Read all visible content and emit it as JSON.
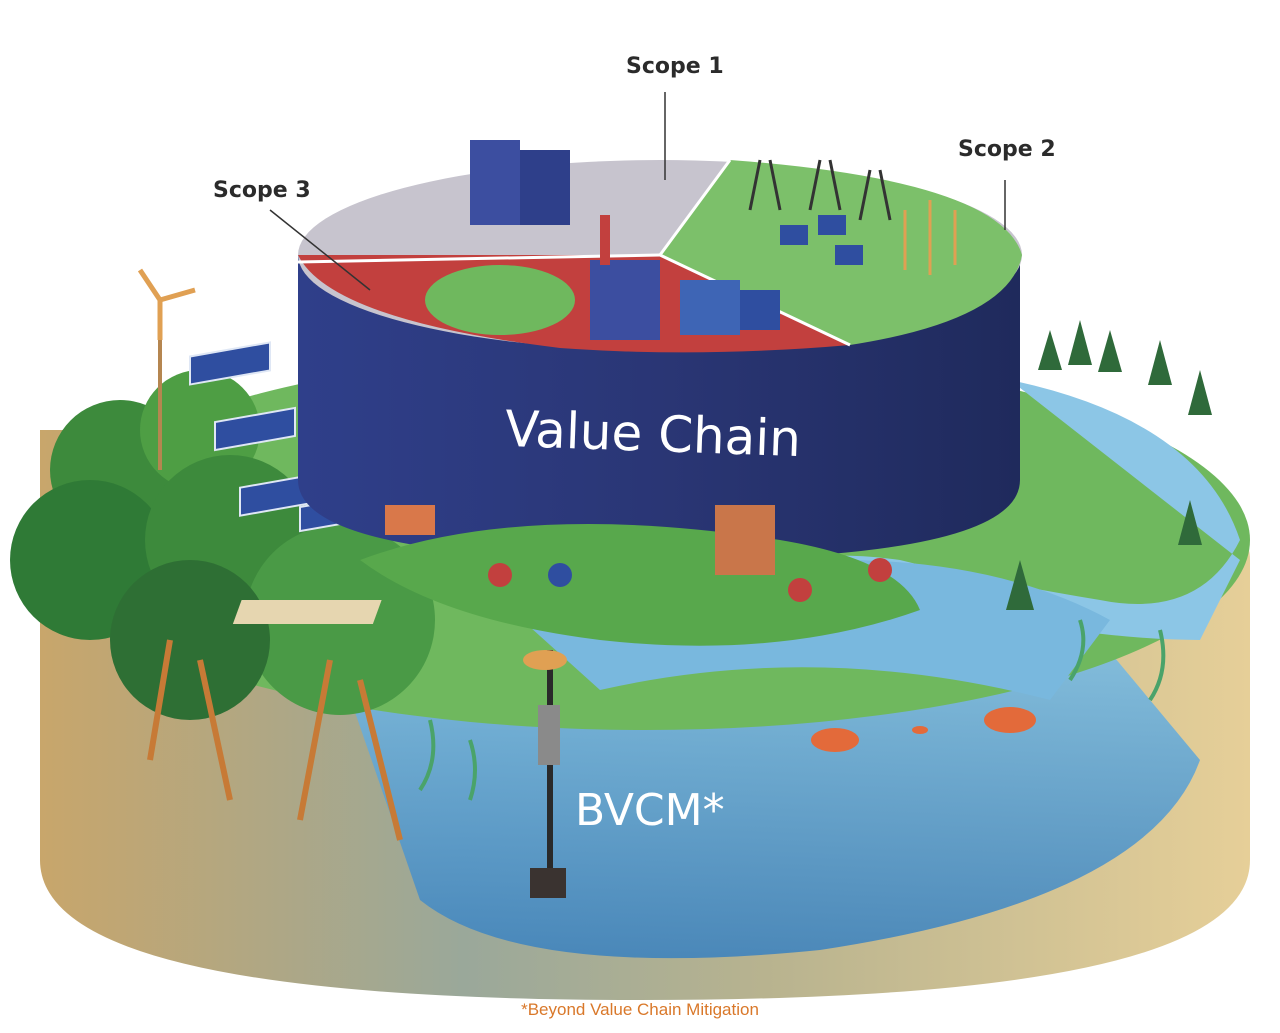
{
  "labels": {
    "scope1": "Scope 1",
    "scope2": "Scope 2",
    "scope3": "Scope 3",
    "value_chain": "Value Chain",
    "bvcm": "BVCM*",
    "footnote": "*Beyond Value Chain Mitigation"
  },
  "colors": {
    "cylinder_navy": "#2c3a7c",
    "scope1_grey": "#c7c4ce",
    "scope2_green": "#7cc06a",
    "scope3_red": "#c2403e",
    "water": "#5fa9d6",
    "soil": "#d8c08a",
    "forest": "#3f8a3a",
    "footnote": "#d9782a"
  }
}
